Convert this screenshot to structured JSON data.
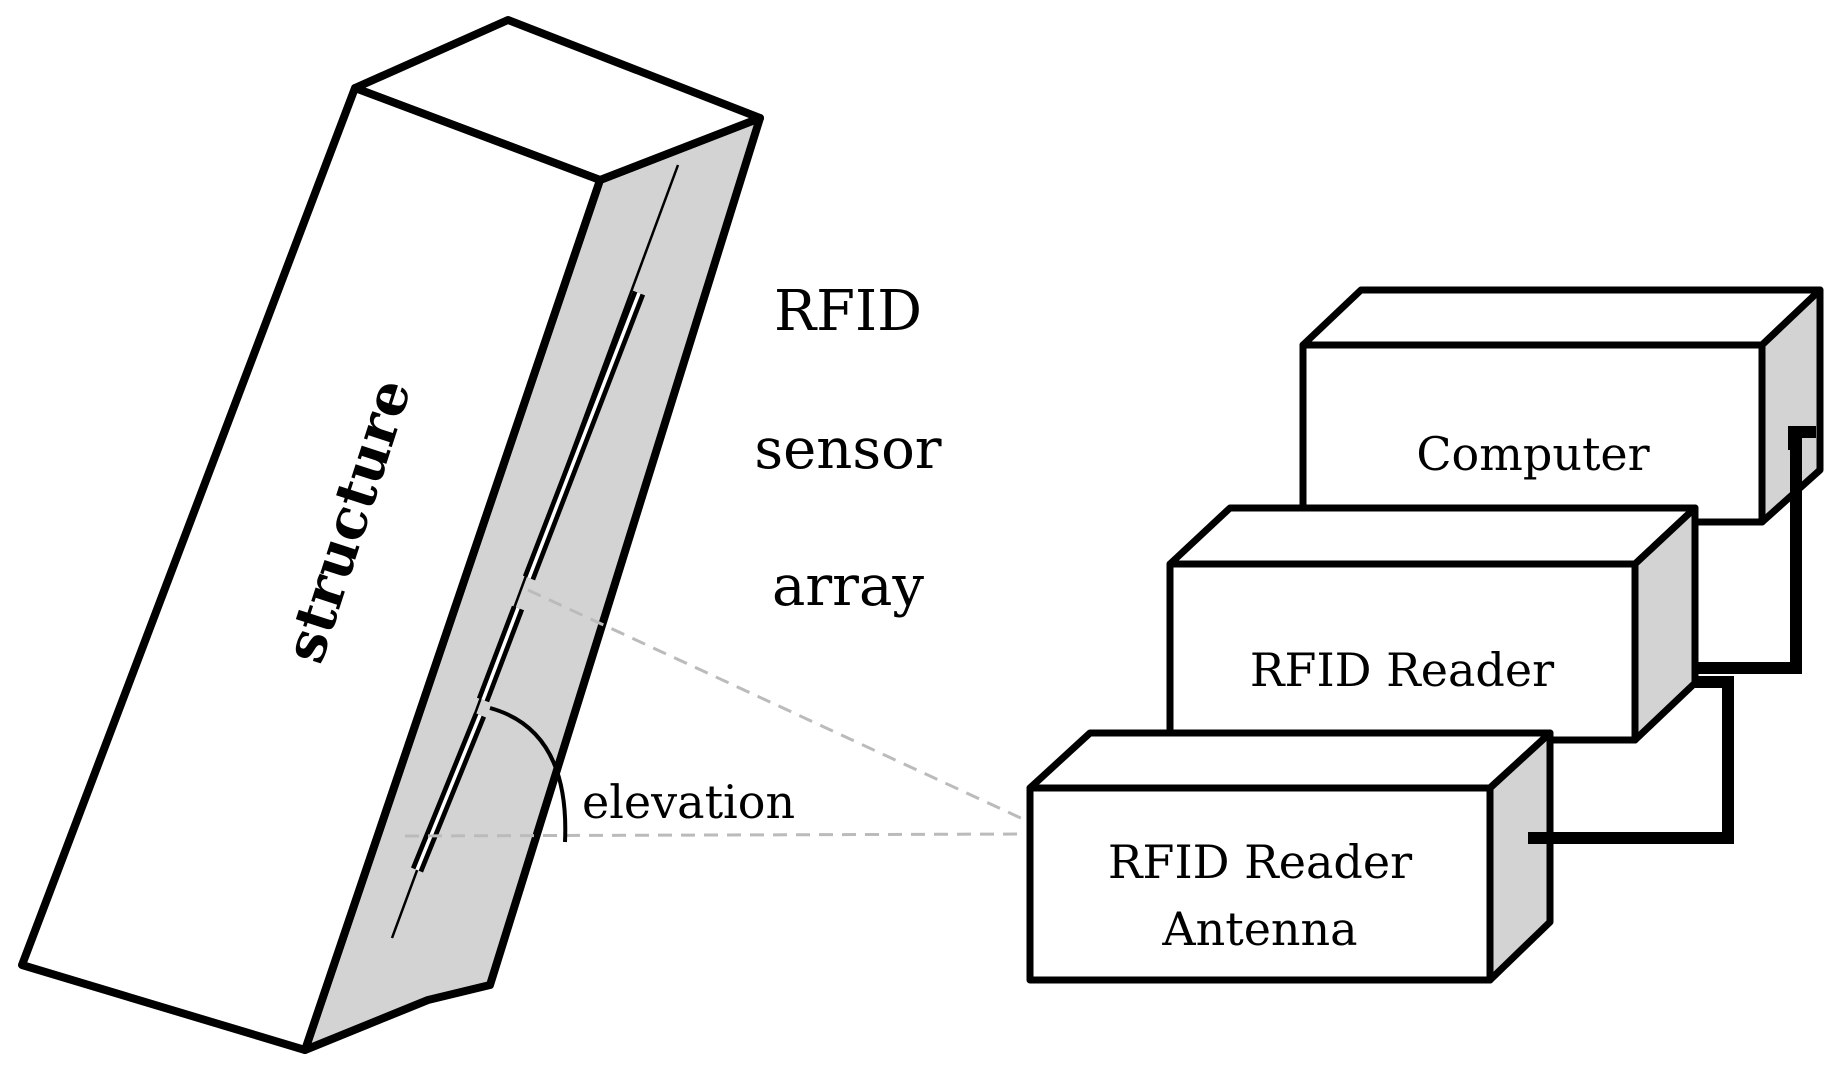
{
  "labels": {
    "structure": "structure",
    "sensor_line1": "RFID",
    "sensor_line2": "sensor",
    "sensor_line3": "array",
    "elevation": "elevation"
  },
  "boxes": {
    "computer": "Computer",
    "reader": "RFID Reader",
    "antenna_line1": "RFID Reader",
    "antenna_line2": "Antenna"
  },
  "colors": {
    "stroke": "#000000",
    "side_face": "#d3d3d3",
    "front_face": "#ffffff",
    "dashed_guide": "#bbbbbb"
  }
}
